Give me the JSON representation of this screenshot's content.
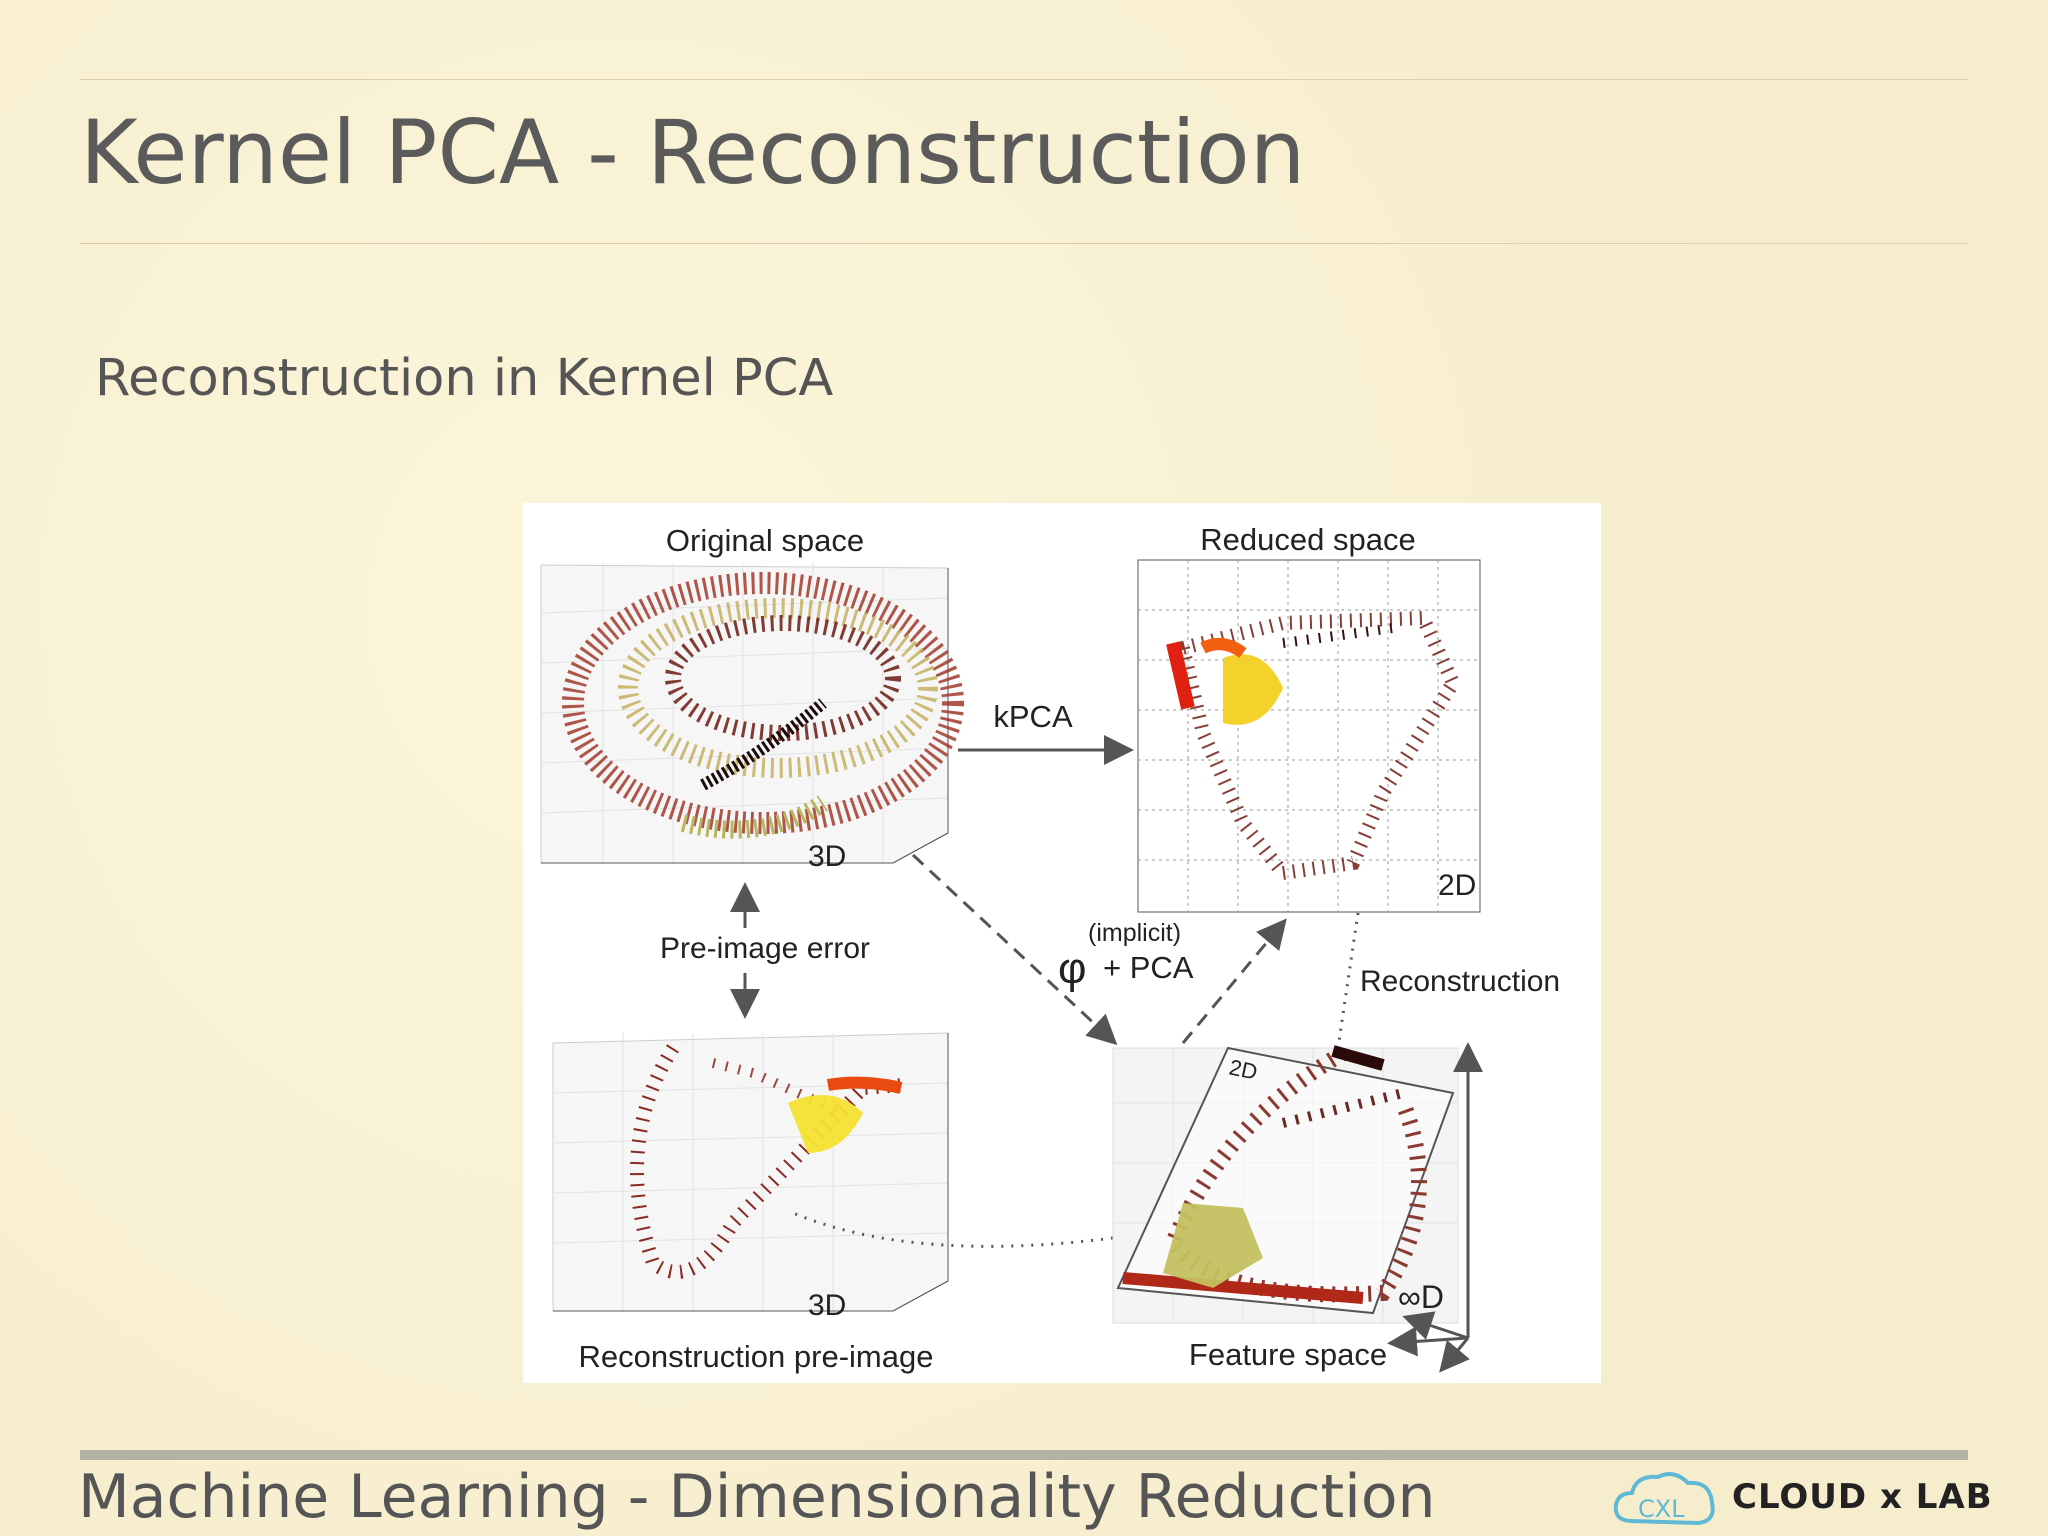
{
  "slide": {
    "title": "Kernel PCA - Reconstruction",
    "subtitle": "Reconstruction in Kernel PCA",
    "footer": "Machine Learning - Dimensionality Reduction",
    "logo_text": "CLOUD x LAB",
    "logo_mark": "CXL",
    "colors": {
      "background": "#f8f0d2",
      "text": "#555555",
      "footer_bar": "#b2b2a6",
      "logo_mark": "#5fb9d6"
    }
  },
  "figure": {
    "labels": {
      "original_space": "Original space",
      "reduced_space": "Reduced space",
      "kpca": "kPCA",
      "dim_3d_top": "3D",
      "dim_2d_reduced": "2D",
      "pre_image_error": "Pre-image error",
      "implicit": "(implicit)",
      "phi": "φ",
      "plus_pca": "+ PCA",
      "reconstruction": "Reconstruction",
      "dim_2d_plane": "2D",
      "dim_3d_bottom": "3D",
      "reconstruction_pre_image": "Reconstruction pre-image",
      "infinite_d": "∞D",
      "feature_space": "Feature space"
    }
  }
}
